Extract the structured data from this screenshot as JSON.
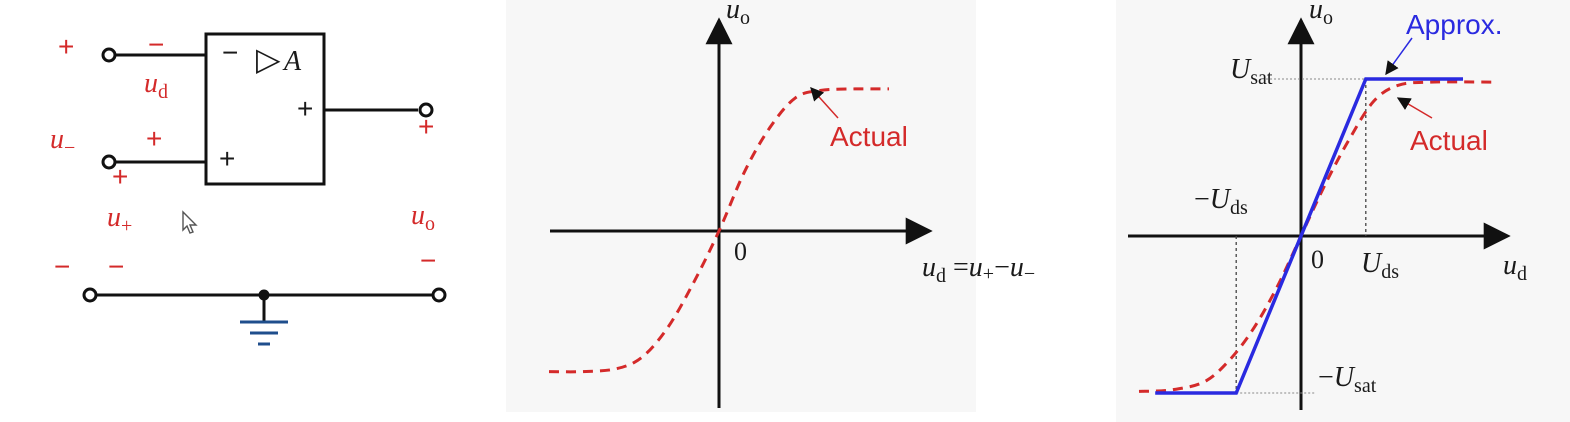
{
  "colors": {
    "actual_curve": "#d42a2a",
    "approx_curve": "#2a2ae0",
    "axes": "#111111",
    "ground": "#1f4e8c",
    "panel_background": "#f7f7f7"
  },
  "circuit": {
    "block_minus": "−",
    "block_symbol": "▷",
    "block_gain": "A",
    "output_plus": "+",
    "input_plus": "+",
    "sign_plus_top_left": "+",
    "sign_minus_top": "−",
    "ud_main": "u",
    "ud_sub": "d",
    "uminus_main": "u",
    "uminus_sub": "−",
    "plus_mid": "+",
    "plus_under_terminal": "+",
    "uplus_main": "u",
    "uplus_sub": "+",
    "uo_main": "u",
    "uo_sub": "o",
    "out_sign_plus": "+",
    "out_sign_minus": "−",
    "bottom_minus_left": "−",
    "bottom_minus_mid": "−"
  },
  "chart_data": [
    {
      "type": "line",
      "title": "",
      "ylabel_main": "u",
      "ylabel_sub": "o",
      "xlabel_main": "u",
      "xlabel_sub": "d",
      "xlabel_rest_eq": " =",
      "xlabel_plus_main": "u",
      "xlabel_plus_sub": "+",
      "xlabel_minus_sign": "−",
      "xlabel_minus_main": "u",
      "xlabel_minus_sub": "−",
      "origin_label": "0",
      "x_range": [
        -1,
        1
      ],
      "y_range": [
        -1,
        1
      ],
      "series": [
        {
          "name": "Actual",
          "style": "dashed",
          "color": "#d42a2a",
          "points": [
            [
              -1.0,
              -0.95
            ],
            [
              -0.8,
              -0.95
            ],
            [
              -0.6,
              -0.93
            ],
            [
              -0.45,
              -0.85
            ],
            [
              -0.3,
              -0.65
            ],
            [
              -0.15,
              -0.35
            ],
            [
              0.0,
              0.0
            ],
            [
              0.15,
              0.4
            ],
            [
              0.3,
              0.7
            ],
            [
              0.45,
              0.9
            ],
            [
              0.6,
              0.95
            ],
            [
              0.8,
              0.96
            ],
            [
              1.0,
              0.96
            ]
          ]
        }
      ]
    },
    {
      "type": "line",
      "title": "",
      "ylabel_main": "u",
      "ylabel_sub": "o",
      "xlabel_main": "u",
      "xlabel_sub": "d",
      "origin_label": "0",
      "ticks": {
        "usat_main": "U",
        "usat_sub": "sat",
        "neg_usat_sign": "−",
        "neg_usat_main": "U",
        "neg_usat_sub": "sat",
        "uds_main": "U",
        "uds_sub": "ds",
        "neg_uds_sign": "−",
        "neg_uds_main": "U",
        "neg_uds_sub": "ds"
      },
      "x_range": [
        -1,
        1
      ],
      "y_range": [
        -1,
        1
      ],
      "U_ds": 0.4,
      "U_sat": 1,
      "series": [
        {
          "name": "Approx.",
          "style": "solid",
          "color": "#2a2ae0",
          "points": [
            [
              -0.9,
              -1
            ],
            [
              -0.4,
              -1
            ],
            [
              0.4,
              1
            ],
            [
              1.0,
              1
            ]
          ]
        },
        {
          "name": "Actual",
          "style": "dashed",
          "color": "#d42a2a",
          "points": [
            [
              -1.0,
              -0.99
            ],
            [
              -0.8,
              -0.98
            ],
            [
              -0.6,
              -0.93
            ],
            [
              -0.45,
              -0.8
            ],
            [
              -0.3,
              -0.6
            ],
            [
              -0.15,
              -0.33
            ],
            [
              0.0,
              0.0
            ],
            [
              0.15,
              0.33
            ],
            [
              0.3,
              0.62
            ],
            [
              0.45,
              0.86
            ],
            [
              0.6,
              0.96
            ],
            [
              0.8,
              0.98
            ],
            [
              1.2,
              0.98
            ]
          ]
        }
      ]
    }
  ]
}
